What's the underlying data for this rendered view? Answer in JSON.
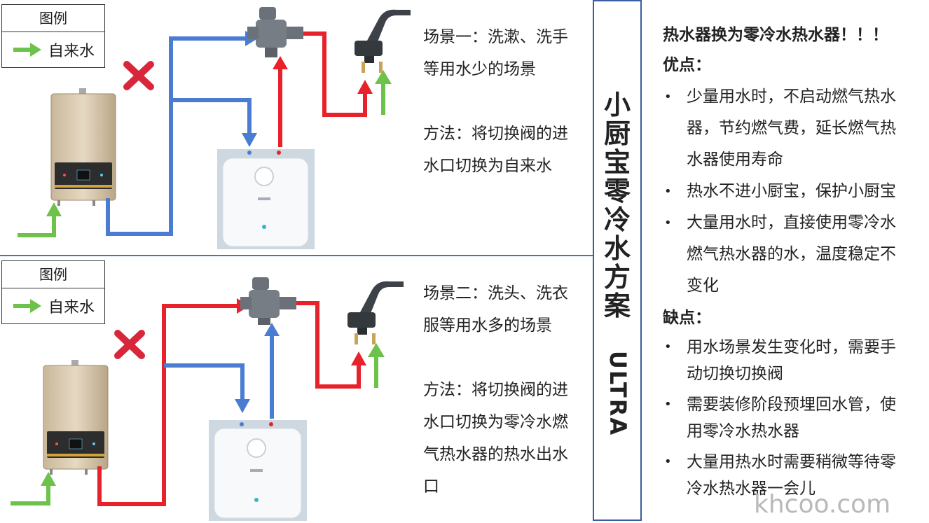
{
  "legend": {
    "title": "图例",
    "item": "自来水"
  },
  "scene1": {
    "line1": "场景一：洗漱、洗手",
    "line2": "等用水少的场景",
    "line3": "方法：将切换阀的进",
    "line4": "水口切换为自来水"
  },
  "scene2": {
    "line1": "场景二：洗头、洗衣",
    "line2": "服等用水多的场景",
    "line3": "方法：将切换阀的进",
    "line4": "水口切换为零冷水燃",
    "line5": "气热水器的热水出水",
    "line6": "口"
  },
  "title_chars": [
    "小",
    "厨",
    "宝",
    "零",
    "冷",
    "水",
    "方",
    "案"
  ],
  "title_en": "ULTRA",
  "right": {
    "heading": "热水器换为零冷水热水器！！！",
    "pros_title": "优点：",
    "pros": [
      [
        "少量用水时，不启动燃气热水",
        "器，节约燃气费，延长燃气热",
        "水器使用寿命"
      ],
      [
        "热水不进小厨宝，保护小厨宝"
      ],
      [
        "大量用水时，直接使用零冷水",
        "燃气热水器的水，温度稳定不",
        "变化"
      ]
    ],
    "cons_title": "缺点：",
    "cons": [
      [
        "用水场景发生变化时，需要手",
        "动切换切换阀"
      ],
      [
        "需要装修阶段预埋回水管，使",
        "用零冷水热水器"
      ],
      [
        "大量用热水时需要稍微等待零",
        "冷水热水器一会儿"
      ]
    ]
  },
  "watermark": "khcoo.com",
  "colors": {
    "cold": "#4a7dd1",
    "hot": "#e8222a",
    "tap": "#6cc24a",
    "cross": "#d8263a",
    "border": "#3b5e9e"
  }
}
